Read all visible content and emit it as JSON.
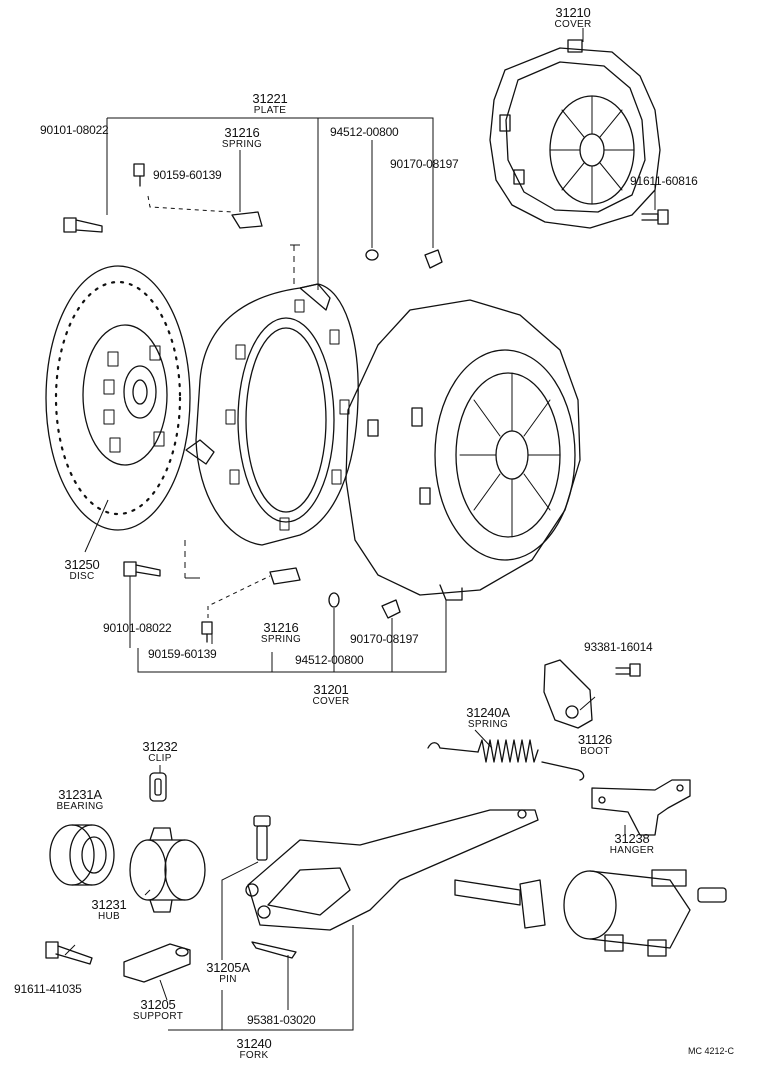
{
  "labels": {
    "cover_top": {
      "number": "31210",
      "name": "COVER"
    },
    "plate": {
      "number": "31221",
      "name": "PLATE"
    },
    "spring_top": {
      "number": "31216",
      "name": "SPRING"
    },
    "disc": {
      "number": "31250",
      "name": "DISC"
    },
    "spring_bot": {
      "number": "31216",
      "name": "SPRING"
    },
    "cover_bot": {
      "number": "31201",
      "name": "COVER"
    },
    "boot": {
      "number": "31126",
      "name": "BOOT"
    },
    "spring_ret": {
      "number": "31240A",
      "name": "SPRING"
    },
    "clip": {
      "number": "31232",
      "name": "CLIP"
    },
    "bearing": {
      "number": "31231A",
      "name": "BEARING"
    },
    "hanger": {
      "number": "31238",
      "name": "HANGER"
    },
    "hub": {
      "number": "31231",
      "name": "HUB"
    },
    "pin": {
      "number": "31205A",
      "name": "PIN"
    },
    "support": {
      "number": "31205",
      "name": "SUPPORT"
    },
    "fork": {
      "number": "31240",
      "name": "FORK"
    }
  },
  "part_numbers": {
    "bolt_top": "90101-08022",
    "washer_top": "94512-00800",
    "nut_top": "90170-08197",
    "screw_top": "90159-60139",
    "bolt_cover": "91611-60816",
    "bolt_bot": "90101-08022",
    "nut_bot": "90170-08197",
    "screw_bot": "90159-60139",
    "washer_bot": "94512-00800",
    "bolt_boot": "93381-16014",
    "bolt_bearing": "91611-41035",
    "clip_fork": "95381-03020"
  },
  "footer_code": "MC 4212-C"
}
